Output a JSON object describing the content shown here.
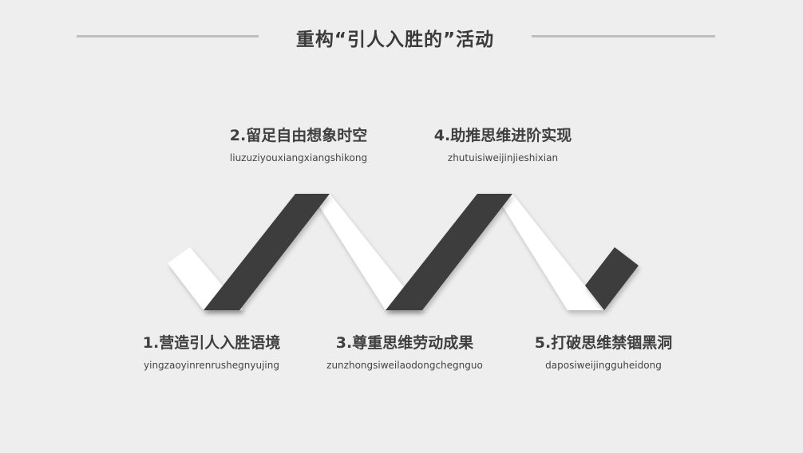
{
  "slide": {
    "title": "重构“引人入胜的”活动",
    "steps": [
      {
        "title": "1.营造引人入胜语境",
        "pinyin": "yingzaoyinrenrushegnyujing"
      },
      {
        "title": "2.留足自由想象时空",
        "pinyin": "liuzuziyouxiangxiangshikong"
      },
      {
        "title": "3.尊重思维劳动成果",
        "pinyin": "zunzhongsiweilaodongchegnguo"
      },
      {
        "title": "4.助推思维进阶实现",
        "pinyin": "zhutuisiweijinjieshixian"
      },
      {
        "title": "5.打破思维禁锢黑洞",
        "pinyin": "daposiweijingguheidong"
      }
    ]
  },
  "colors": {
    "background": "#eeeeee",
    "dark_ribbon": "#3d3d3d",
    "light_ribbon": "#ffffff",
    "rule": "#bdbdbd"
  }
}
